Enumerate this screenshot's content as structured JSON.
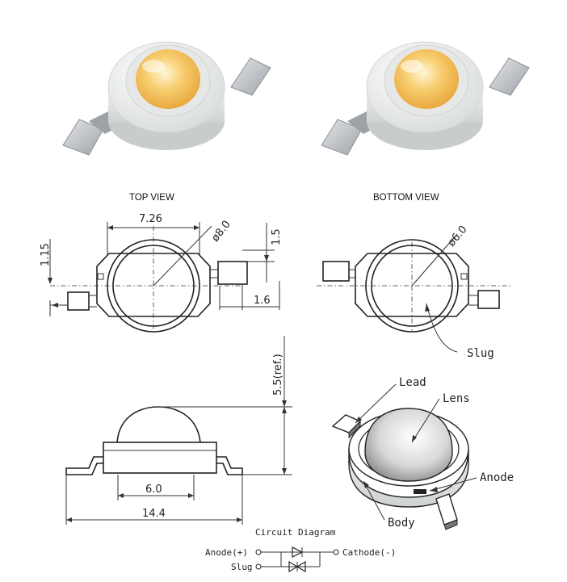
{
  "views": {
    "top_view_title": "TOP VIEW",
    "bottom_view_title": "BOTTOM VIEW"
  },
  "dimensions": {
    "width_top": "7.26",
    "lens_diameter": "ø8.0",
    "tab_height": "1.5",
    "lead_offset": "1.15",
    "lead_width": "1.6",
    "slug_diameter": "ø6.0",
    "height_ref": "5.5(ref.)",
    "base_width": "6.0",
    "overall_length": "14.4"
  },
  "labels": {
    "slug": "Slug",
    "lead": "Lead",
    "lens": "Lens",
    "anode": "Anode",
    "body": "Body"
  },
  "circuit": {
    "title": "Circuit Diagram",
    "anode": "Anode(+)",
    "cathode": "Cathode(-)",
    "slug": "Slug"
  },
  "colors": {
    "led_glow": "#f6c15a",
    "body_white": "#eceeee",
    "tab_metal": "#b9bcc0"
  }
}
